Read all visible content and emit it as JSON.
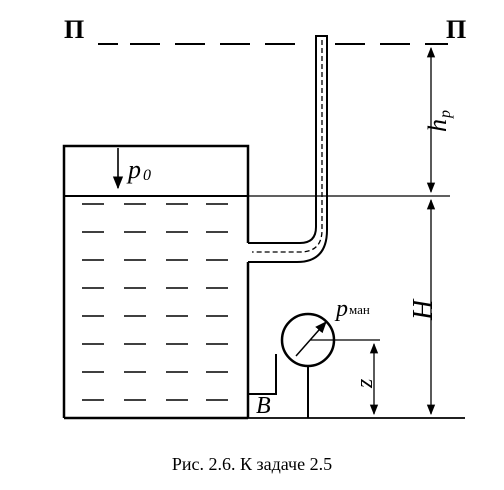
{
  "labels": {
    "plane_left": "П",
    "plane_right": "П",
    "p0": "p",
    "p0_sub": "0",
    "h_sym": "h",
    "h_sub": "p",
    "H": "H",
    "pman": "p",
    "pman_sub": "ман",
    "z": "z",
    "B": "B"
  },
  "caption": "Рис. 2.6. К задаче 2.5"
}
